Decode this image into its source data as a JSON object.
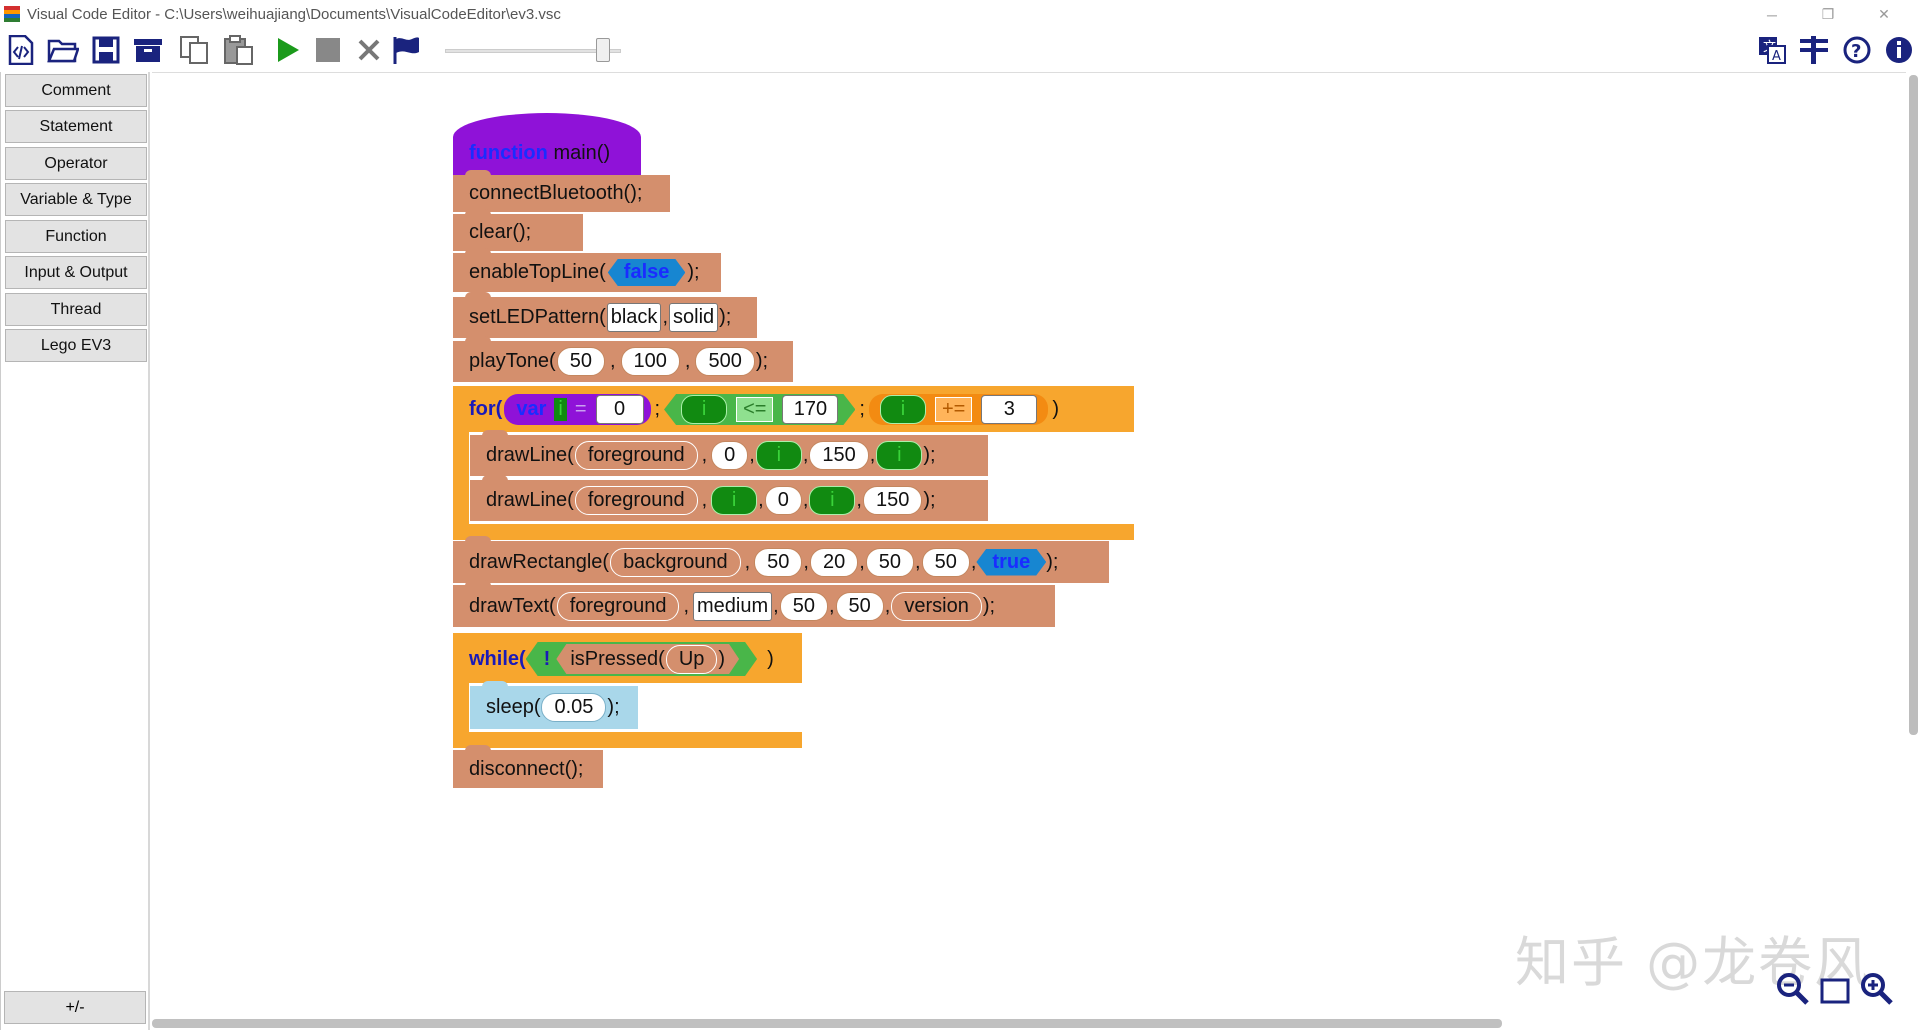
{
  "window": {
    "title": "Visual Code Editor - C:\\Users\\weihuajiang\\Documents\\VisualCodeEditor\\ev3.vsc",
    "minimize_glyph": "─",
    "restore_glyph": "❐",
    "close_glyph": "✕"
  },
  "toolbar": {
    "items": [
      "new-file-icon",
      "open-folder-icon",
      "save-icon",
      "archive-icon",
      "copy-icon",
      "paste-icon",
      "play-icon",
      "stop-icon",
      "clear-icon",
      "flag-icon"
    ],
    "speed_value": 0.9,
    "right_items": [
      "translate-icon",
      "settings-icon",
      "help-icon",
      "info-icon"
    ]
  },
  "sidebar": {
    "categories": [
      "Comment",
      "Statement",
      "Operator",
      "Variable & Type",
      "Function",
      "Input & Output",
      "Thread",
      "Lego EV3"
    ],
    "toggle_label": "+/-"
  },
  "program": {
    "main": {
      "keyword": "function",
      "name": "main()"
    },
    "connect": "connectBluetooth();",
    "clear": "clear();",
    "enableTopLine": {
      "fn": "enableTopLine(",
      "arg": "false",
      "end": ");"
    },
    "setLED": {
      "fn": "setLEDPattern(",
      "a1": "black",
      "sep": ",",
      "a2": "solid",
      "end": ");"
    },
    "playTone": {
      "fn": "playTone(",
      "a1": "50",
      "a2": "100",
      "a3": "500",
      "sep": ",",
      "end": ");"
    },
    "forLoop": {
      "keyword": "for(",
      "var_kw": "var",
      "var_name": "i",
      "eq": "=",
      "init": "0",
      "semi": ";",
      "cond_var": "i",
      "cond_op": "<=",
      "cond_val": "170",
      "step_var": "i",
      "step_op": "+=",
      "step_val": "3",
      "close": ")"
    },
    "drawLine1": {
      "fn": "drawLine(",
      "a1": "foreground",
      "a2": "0",
      "a3": "i",
      "a4": "150",
      "a5": "i",
      "sep": ",",
      "end": ");"
    },
    "drawLine2": {
      "fn": "drawLine(",
      "a1": "foreground",
      "a2": "i",
      "a3": "0",
      "a4": "i",
      "a5": "150",
      "sep": ",",
      "end": ");"
    },
    "drawRect": {
      "fn": "drawRectangle(",
      "a1": "background",
      "a2": "50",
      "a3": "20",
      "a4": "50",
      "a5": "50",
      "a6": "true",
      "sep": ",",
      "end": ");"
    },
    "drawText": {
      "fn": "drawText(",
      "a1": "foreground",
      "a2": "medium",
      "a3": "50",
      "a4": "50",
      "a5": "version",
      "sep": ",",
      "end": ");"
    },
    "whileLoop": {
      "keyword": "while(",
      "not": "!",
      "fn": "isPressed(",
      "arg": "Up",
      "close_inner": ")",
      "close": ")"
    },
    "sleep": {
      "fn": "sleep(",
      "arg": "0.05",
      "end": ");"
    },
    "disconnect": "disconnect();"
  },
  "watermark": "知乎 @龙卷风",
  "zoom": {
    "items": [
      "zoom-out-icon",
      "fit-icon",
      "zoom-in-icon"
    ]
  },
  "colors": {
    "statement": "#d48f6d",
    "loop": "#f7a62e",
    "function_head": "#8f12d8",
    "keyword": "#1a1ab8",
    "boolean": "#1786d1",
    "variable": "#118a11",
    "sleep": "#a9d7ea"
  }
}
